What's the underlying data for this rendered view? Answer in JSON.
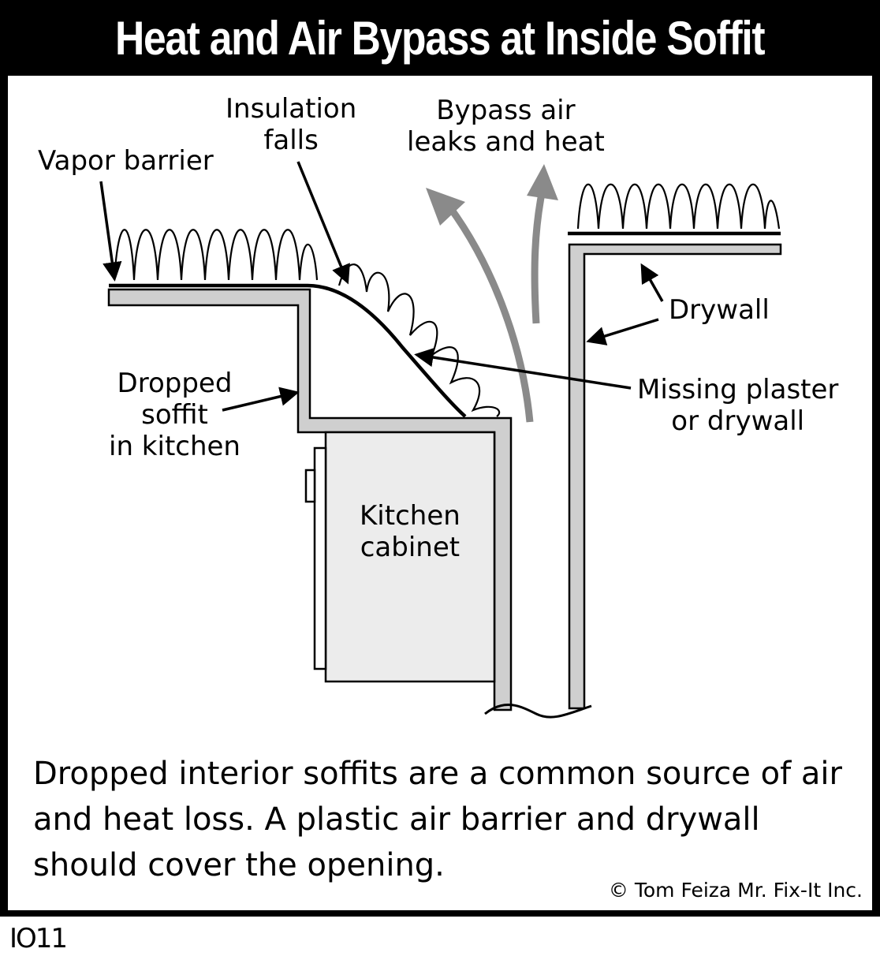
{
  "title": "Heat and Air Bypass at Inside Soffit",
  "labels": {
    "insulation_falls": [
      "Insulation",
      "falls"
    ],
    "bypass_air": [
      "Bypass air",
      "leaks and heat"
    ],
    "vapor_barrier": "Vapor barrier",
    "drywall": "Drywall",
    "missing_plaster": [
      "Missing plaster",
      "or drywall"
    ],
    "dropped_soffit": [
      "Dropped",
      "soffit",
      "in kitchen"
    ],
    "kitchen_cabinet": [
      "Kitchen",
      "cabinet"
    ]
  },
  "caption": [
    "Dropped interior soffits are a common source of air",
    "and heat loss.  A plastic air barrier and drywall",
    "should cover the opening."
  ],
  "credit": "© Tom Feiza Mr. Fix-It Inc.",
  "code": "IO11",
  "colors": {
    "frame": "#000000",
    "drywall_fill": "#cfcfcf",
    "bypass_arrow": "#8a8a8a",
    "title_text": "#ffffff"
  }
}
